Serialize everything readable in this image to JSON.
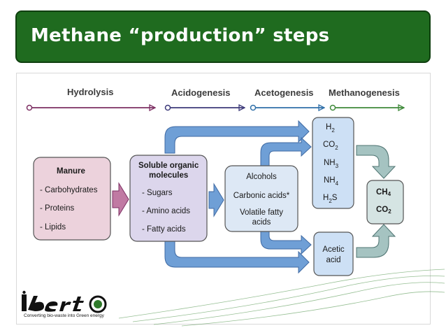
{
  "slide": {
    "title": "Methane “production” steps"
  },
  "phases": [
    "Hydrolysis",
    "Acidogenesis",
    "Acetogenesis",
    "Methanogenesis"
  ],
  "manure": {
    "title": "Manure",
    "items": [
      "- Carbohydrates",
      "- Proteins",
      "- Lipids"
    ]
  },
  "soluble": {
    "title_line1": "Soluble organic",
    "title_line2": "molecules",
    "items": [
      "- Sugars",
      "- Amino acids",
      "- Fatty acids"
    ]
  },
  "acids": {
    "line1": "Alcohols",
    "line2": "Carbonic acids*",
    "line3": "Volatile fatty",
    "line4": "acids"
  },
  "gases": {
    "h2": {
      "base": "H",
      "sub": "2",
      "tail": ""
    },
    "co2": {
      "base": "CO",
      "sub": "2",
      "tail": ""
    },
    "nh3": {
      "base": "NH",
      "sub": "3",
      "tail": ""
    },
    "nh4": {
      "base": "NH",
      "sub": "4",
      "tail": ""
    },
    "h2s": {
      "base": "H",
      "sub": "2",
      "tail": "S"
    }
  },
  "acetic": {
    "line1": "Acetic",
    "line2": "acid"
  },
  "products": {
    "ch4": {
      "base": "CH",
      "sub": "4"
    },
    "co2": {
      "base": "CO",
      "sub": "2"
    }
  },
  "logo": {
    "wordmark": "i.bert",
    "tagline": "Converting bio-waste into Green energy"
  },
  "colors": {
    "banner": "#1f6b1f",
    "hydrolysis": "#7d2f63",
    "acidogenesis": "#3d3a7a",
    "acetogenesis": "#2f6fa8",
    "methanogenesis": "#3f8a3a",
    "manure_fill": "#ecd2dc",
    "soluble_fill": "#dcd6ec",
    "acids_fill": "#dde8f5",
    "gas_fill": "#cde0f5",
    "product_fill": "#d5e4e3",
    "big_arrow": "#6f9fd6",
    "teal_arrow": "#a5c3c1"
  }
}
